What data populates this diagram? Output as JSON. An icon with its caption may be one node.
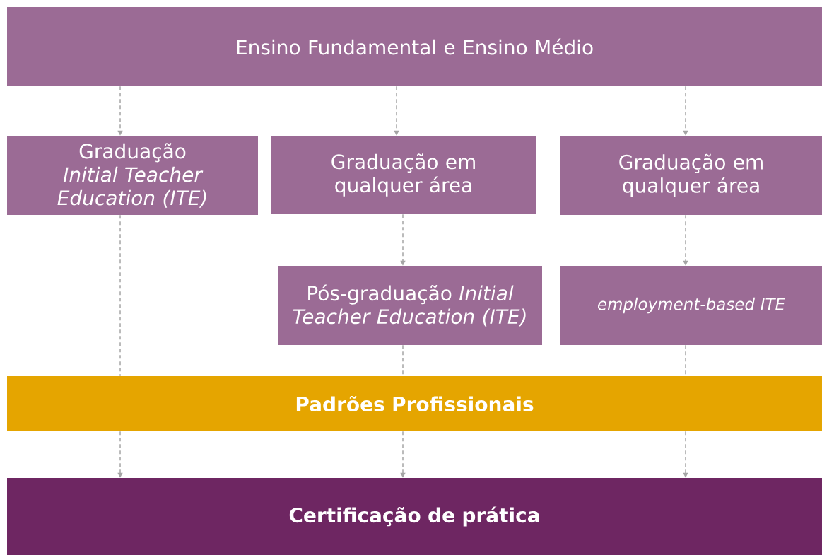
{
  "diagram": {
    "nodes": [
      {
        "text": [
          "Ensino Fundamental e Ensino Médio"
        ]
      },
      {
        "text": [
          "Graduação *Initial Teacher Education (ITE)*"
        ]
      },
      {
        "text": [
          "Graduação em qualquer área"
        ]
      },
      {
        "text": [
          "Graduação em qualquer área"
        ]
      },
      {
        "text": [
          "Pós-graduação *Initial Teacher Education (ITE)*"
        ]
      },
      {
        "text": [
          "employment-based ITE"
        ]
      },
      {
        "text": [
          "Padrões Profissionais"
        ]
      },
      {
        "text": [
          "Certificação de prática"
        ]
      }
    ],
    "edges": [
      {
        "from": 0,
        "to": 1,
        "arrow": "to",
        "style": "dashed"
      },
      {
        "from": 0,
        "to": 2,
        "arrow": "to",
        "style": "dashed"
      },
      {
        "from": 0,
        "to": 3,
        "arrow": "to",
        "style": "dashed"
      },
      {
        "from": 2,
        "to": 4,
        "arrow": "to",
        "style": "dashed"
      },
      {
        "from": 3,
        "to": 5,
        "arrow": "to",
        "style": "dashed"
      },
      {
        "from": 1,
        "to": 6,
        "arrow": "none",
        "style": "dashed"
      },
      {
        "from": 4,
        "to": 6,
        "arrow": "none",
        "style": "dashed"
      },
      {
        "from": 5,
        "to": 6,
        "arrow": "none",
        "style": "dashed"
      },
      {
        "from": 6,
        "to": 7,
        "arrow": "to",
        "style": "dashed"
      },
      {
        "from": 6,
        "to": 7,
        "arrow": "to",
        "style": "dashed"
      },
      {
        "from": 6,
        "to": 7,
        "arrow": "to",
        "style": "dashed"
      }
    ]
  }
}
